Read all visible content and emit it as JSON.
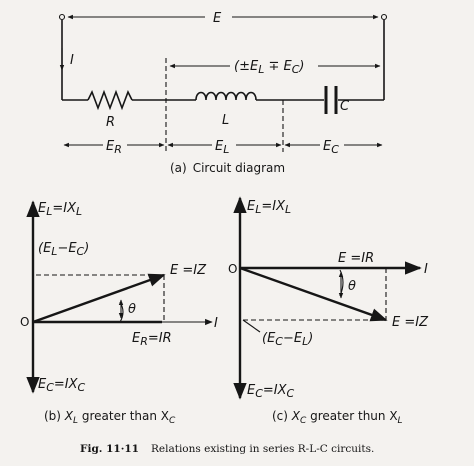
{
  "circuit": {
    "label_E": "E",
    "label_I": "I",
    "label_bracket": "(±E",
    "label_bracket_L": "L",
    "label_bracket_mid": " ∓ E",
    "label_bracket_C": "C",
    "label_bracket_end": ")",
    "label_R": "R",
    "label_L": "L",
    "label_C": "C",
    "label_ER": "E",
    "label_ER_sub": "R",
    "label_EL": "E",
    "label_EL_sub": "L",
    "label_EC": "E",
    "label_EC_sub": "C",
    "caption_a": "(a)",
    "caption_a_text": "Circuit diagram"
  },
  "phasor_b": {
    "top_label": "E",
    "top_label_sub": "L",
    "top_label_rest": "=IX",
    "top_label_rest_sub": "L",
    "diff_label": "(E",
    "diff_label_sub1": "L",
    "diff_label_mid": "−E",
    "diff_label_sub2": "C",
    "diff_label_end": ")",
    "origin": "O",
    "theta": "θ",
    "E_label": "E =IZ",
    "ER_label": "E",
    "ER_label_sub": "R",
    "ER_label_rest": "=IR",
    "I_label": "I",
    "bottom_label": "E",
    "bottom_label_sub": "C",
    "bottom_label_rest": "=IX",
    "bottom_label_rest_sub": "C",
    "caption": "(b)",
    "caption_text_pre": " X",
    "caption_sub1": "L",
    "caption_mid": " greater than X",
    "caption_sub2": "C"
  },
  "phasor_c": {
    "top_label": "E",
    "top_label_sub": "L",
    "top_label_rest": "=IX",
    "top_label_rest_sub": "L",
    "origin": "O",
    "E_IR_label": "E =IR",
    "I_label": "I",
    "theta": "θ",
    "E_IZ_label": "E =IZ",
    "diff_label": "(E",
    "diff_label_sub1": "C",
    "diff_label_mid": "−E",
    "diff_label_sub2": "L",
    "diff_label_end": ")",
    "bottom_label": "E",
    "bottom_label_sub": "C",
    "bottom_label_rest": "=IX",
    "bottom_label_rest_sub": "C",
    "caption": "(c)",
    "caption_text_pre": " X",
    "caption_sub1": "C",
    "caption_mid": " greater thun X",
    "caption_sub2": "L"
  },
  "figure": {
    "number": "Fig. 11·11",
    "title": "Relations existing in series R-L-C circuits."
  }
}
